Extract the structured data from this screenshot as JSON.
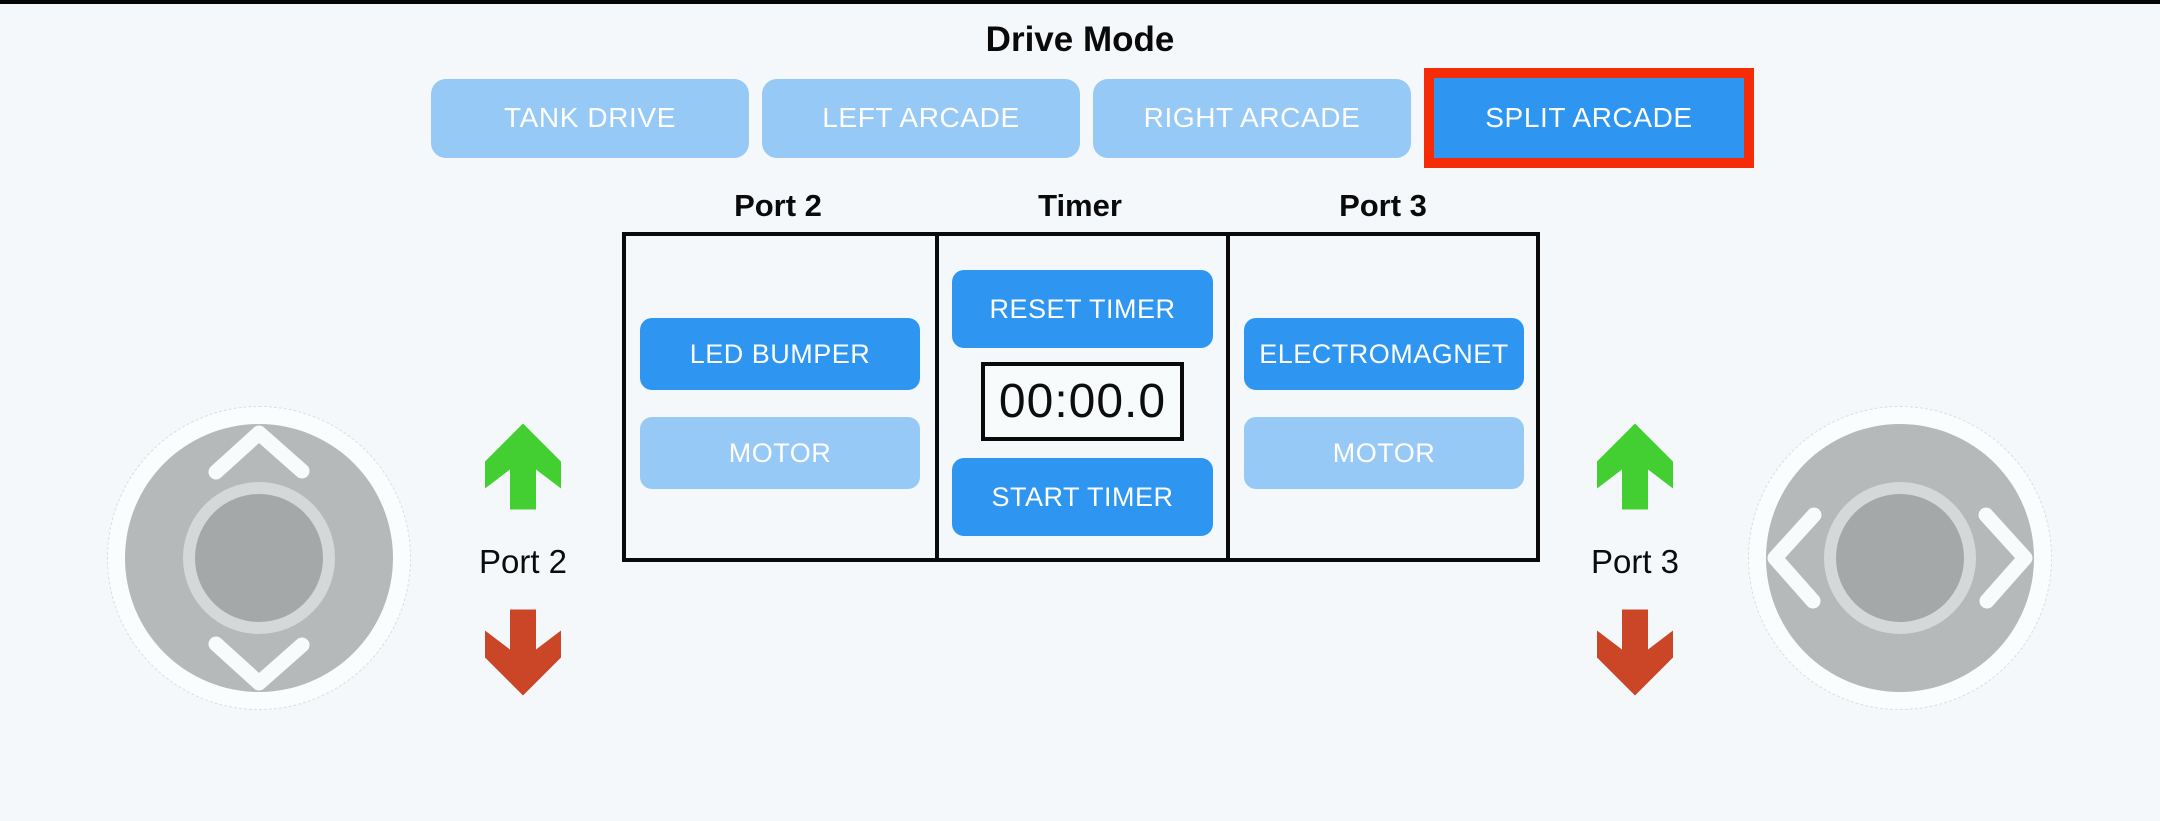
{
  "drive_mode": {
    "title": "Drive Mode",
    "buttons": [
      {
        "label": "TANK DRIVE",
        "selected": false
      },
      {
        "label": "LEFT ARCADE",
        "selected": false
      },
      {
        "label": "RIGHT ARCADE",
        "selected": false
      },
      {
        "label": "SPLIT ARCADE",
        "selected": true
      }
    ]
  },
  "panel": {
    "columns": [
      {
        "header": "Port 2",
        "buttons": [
          {
            "label": "LED BUMPER",
            "active": true
          },
          {
            "label": "MOTOR",
            "active": false
          }
        ]
      },
      {
        "header": "Timer",
        "reset_label": "RESET TIMER",
        "display": "00:00.0",
        "start_label": "START TIMER"
      },
      {
        "header": "Port 3",
        "buttons": [
          {
            "label": "ELECTROMAGNET",
            "active": true
          },
          {
            "label": "MOTOR",
            "active": false
          }
        ]
      }
    ]
  },
  "port_indicators": [
    {
      "label": "Port 2",
      "up_icon": "green-up-arrow",
      "down_icon": "red-down-arrow"
    },
    {
      "label": "Port 3",
      "up_icon": "green-up-arrow",
      "down_icon": "red-down-arrow"
    }
  ],
  "joysticks": [
    {
      "side": "left",
      "axis": "vertical"
    },
    {
      "side": "right",
      "axis": "horizontal"
    }
  ],
  "colors": {
    "page_bg": "#f4f8fa",
    "accent_blue": "#2e96f1",
    "light_blue": "#97c9f7",
    "selection_red": "#f62b07",
    "arrow_green": "#43cf31",
    "arrow_red": "#cb4627"
  }
}
